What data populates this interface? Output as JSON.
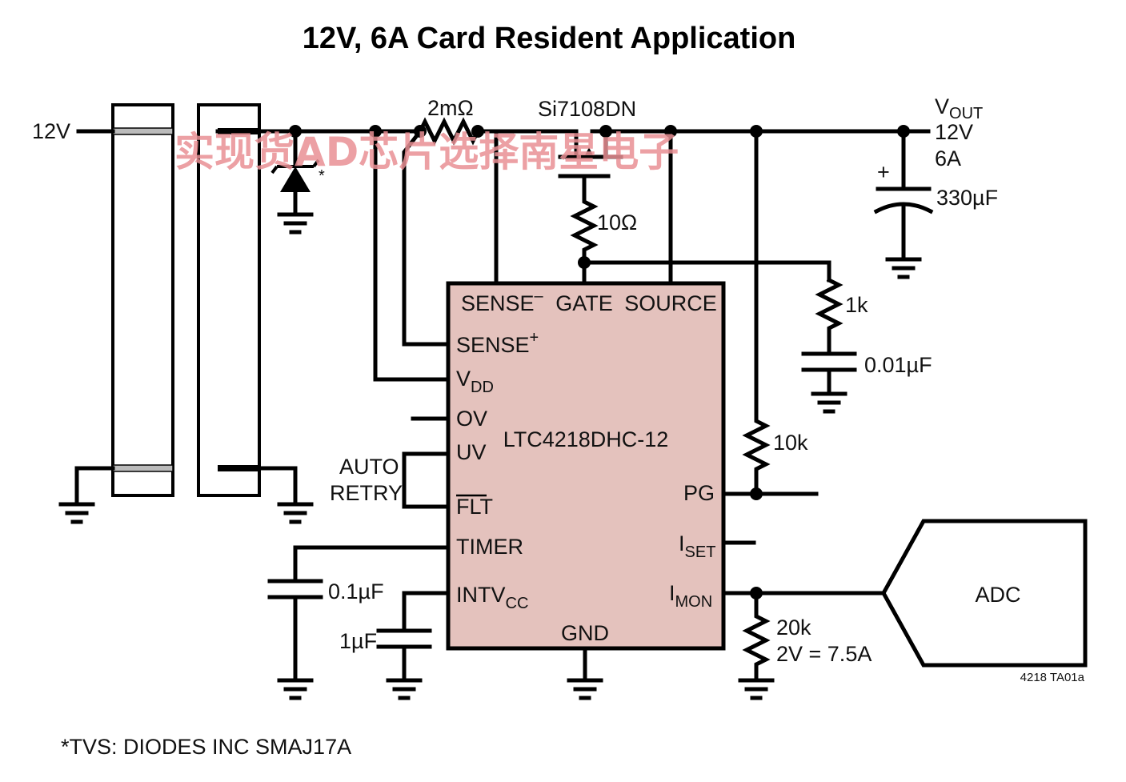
{
  "title": "12V, 6A Card Resident Application",
  "footnote": "*TVS: DIODES INC SMAJ17A",
  "figure_code": "4218 TA01a",
  "watermark": "实现货AD芯片选择南星电子",
  "colors": {
    "ic_fill": "#e4c2bd",
    "watermark": "#e98f94",
    "wire": "#000000"
  },
  "input": {
    "voltage_label": "12V"
  },
  "tvs": {
    "marker": "*"
  },
  "sense_resistor": {
    "value": "2mΩ"
  },
  "mosfet": {
    "part": "Si7108DN"
  },
  "gate_resistor": {
    "value": "10Ω"
  },
  "output": {
    "v_label_main": "V",
    "v_label_sub": "OUT",
    "voltage": "12V",
    "current": "6A",
    "cap_polarity": "+",
    "cap_value": "330µF"
  },
  "gate_rc": {
    "resistor": "1k",
    "capacitor": "0.01µF"
  },
  "pg_pullup": {
    "value": "10k"
  },
  "auto_retry": {
    "line1": "AUTO",
    "line2": "RETRY"
  },
  "timer_cap": {
    "value": "0.1µF"
  },
  "intvcc_cap": {
    "value": "1µF"
  },
  "imon_resistor": {
    "value": "20k",
    "scale": "2V = 7.5A"
  },
  "adc": {
    "label": "ADC"
  },
  "ic": {
    "part": "LTC4218DHC-12",
    "pins": {
      "sense_minus": {
        "main": "SENSE",
        "sup": "–"
      },
      "gate": "GATE",
      "source": "SOURCE",
      "sense_plus": {
        "main": "SENSE",
        "sup": "+"
      },
      "vdd": {
        "main": "V",
        "sub": "DD"
      },
      "ov": "OV",
      "uv": "UV",
      "flt": "FLT",
      "timer": "TIMER",
      "intvcc": {
        "main": "INTV",
        "sub": "CC"
      },
      "gnd": "GND",
      "pg": "PG",
      "iset": {
        "main": "I",
        "sub": "SET"
      },
      "imon": {
        "main": "I",
        "sub": "MON"
      }
    }
  }
}
